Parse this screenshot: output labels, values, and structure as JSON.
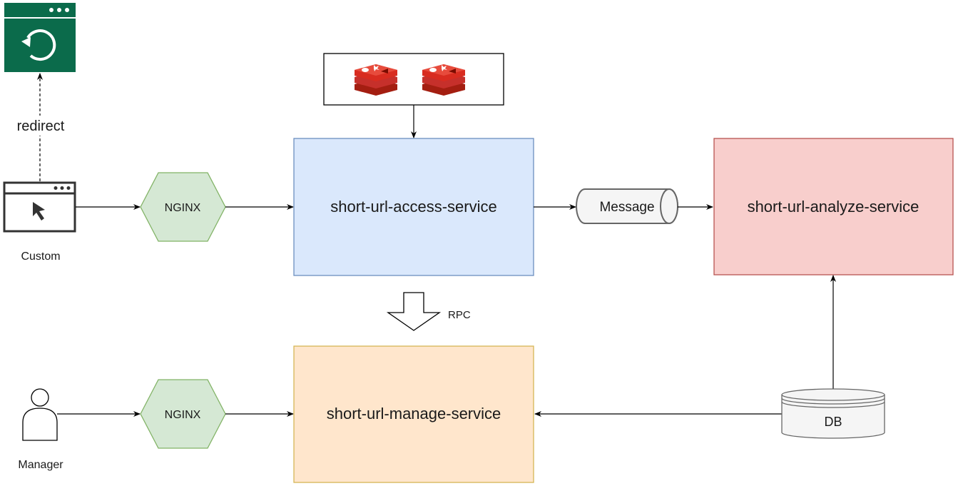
{
  "labels": {
    "redirect": "redirect",
    "custom": "Custom",
    "manager": "Manager",
    "rpc": "RPC"
  },
  "nodes": {
    "nginx_top": "NGINX",
    "nginx_bottom": "NGINX",
    "access_service": "short-url-access-service",
    "manage_service": "short-url-manage-service",
    "analyze_service": "short-url-analyze-service",
    "message": "Message",
    "db": "DB"
  },
  "colors": {
    "browser_green": "#0b6b4b",
    "nginx_fill": "#d5e8d4",
    "nginx_stroke": "#82b366",
    "access_fill": "#dae8fc",
    "access_stroke": "#6c8ebf",
    "manage_fill": "#ffe6cc",
    "manage_stroke": "#d6b656",
    "analyze_fill": "#f8cecc",
    "analyze_stroke": "#b85450",
    "redis_red": "#c6302b"
  },
  "icons": {
    "redirect_target": "refresh-browser-icon",
    "client": "browser-cursor-icon",
    "manager": "user-icon",
    "cache": "redis-icon"
  }
}
